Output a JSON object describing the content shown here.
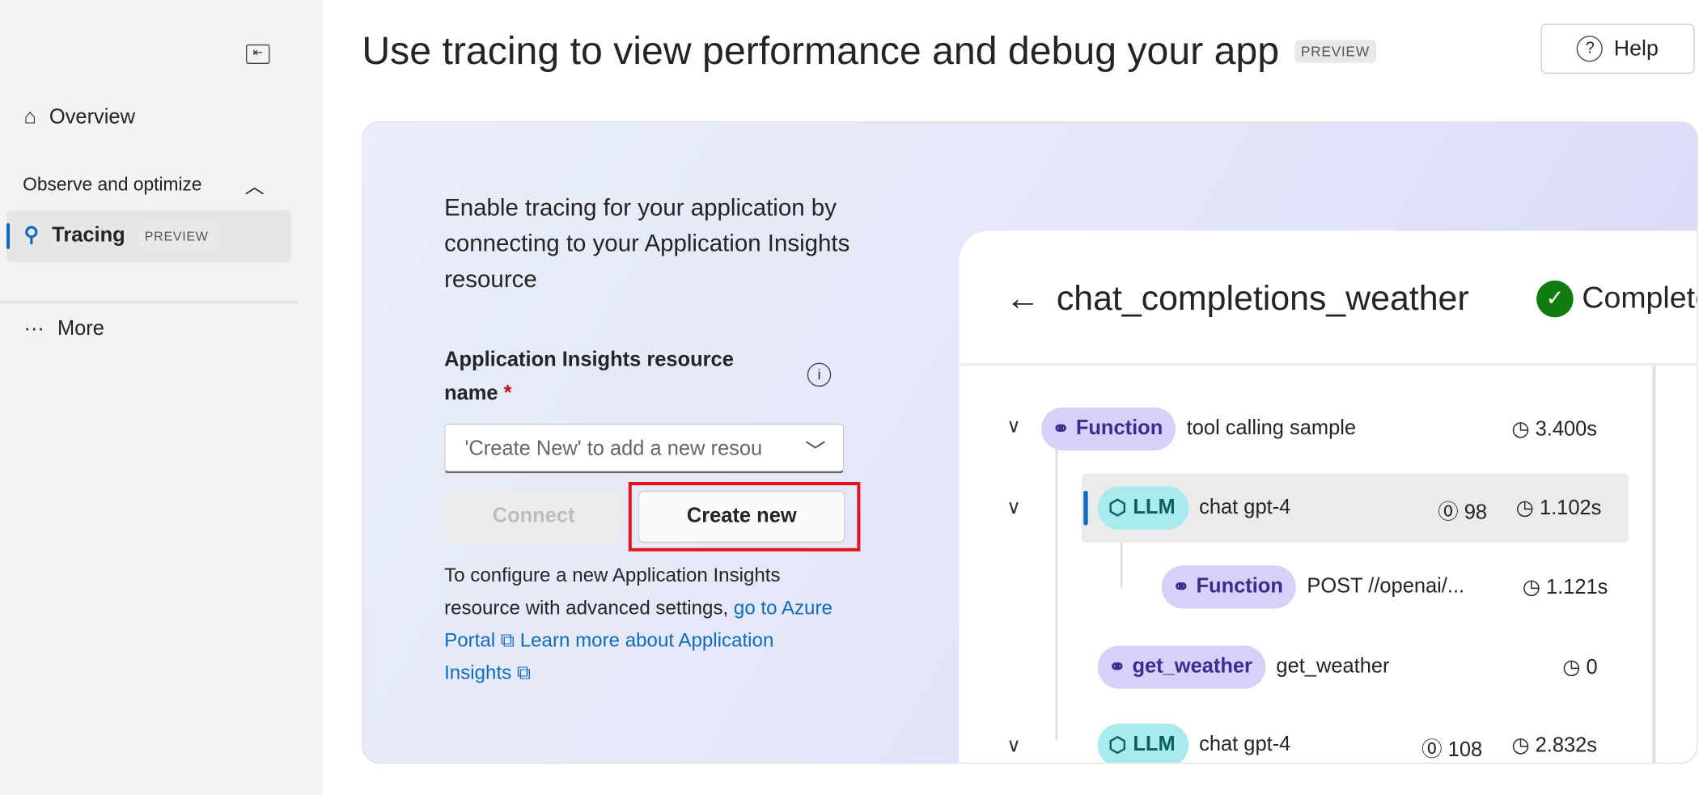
{
  "sidebar": {
    "overview": "Overview",
    "section": "Observe and optimize",
    "tracing": "Tracing",
    "tracing_badge": "PREVIEW",
    "more": "More"
  },
  "header": {
    "title": "Use tracing to view performance and debug your app",
    "badge": "PREVIEW",
    "help": "Help"
  },
  "setup": {
    "intro": "Enable tracing for your application by connecting to your Application Insights resource",
    "field_label": "Application Insights resource name",
    "required": "*",
    "placeholder": "'Create New' to add a new resou",
    "connect": "Connect",
    "create_new": "Create new",
    "help_prefix": "To configure a new Application Insights resource with advanced settings, ",
    "link_portal": "go to Azure Portal",
    "link_learn": "Learn more about Application Insights"
  },
  "preview": {
    "title": "chat_completions_weather",
    "status": "Completed",
    "rows": [
      {
        "kind": "Function",
        "name": "tool calling sample",
        "time": "3.400s"
      },
      {
        "kind": "LLM",
        "name": "chat gpt-4",
        "tokens": "98",
        "time": "1.102s"
      },
      {
        "kind": "Function",
        "name": "POST //openai/...",
        "time": "1.121s"
      },
      {
        "kind": "get_weather",
        "name": "get_weather",
        "time": "0"
      },
      {
        "kind": "LLM",
        "name": "chat gpt-4",
        "tokens": "108",
        "time": "2.832s"
      }
    ]
  }
}
